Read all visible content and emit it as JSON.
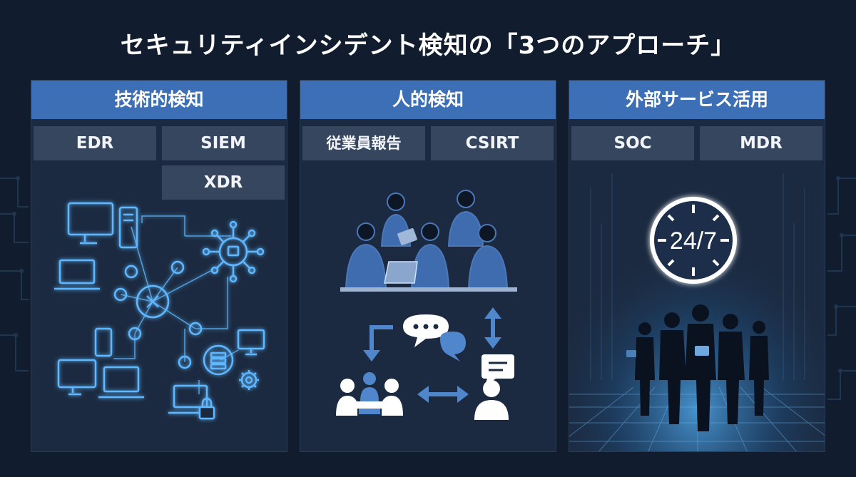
{
  "title": "セキュリティインシデント検知の「3つのアプローチ」",
  "panels": [
    {
      "header": "技術的検知",
      "tags": [
        "EDR",
        "SIEM",
        "XDR"
      ]
    },
    {
      "header": "人的検知",
      "tags": [
        "従業員報告",
        "CSIRT"
      ]
    },
    {
      "header": "外部サービス活用",
      "tags": [
        "SOC",
        "MDR"
      ],
      "clock_label": "24/7"
    }
  ],
  "colors": {
    "background": "#111d2e",
    "panel": "#1b2a40",
    "header": "#3c6fb5",
    "tag": "#35465e",
    "glow": "#5fb8ff"
  },
  "icons": [
    "network-hub-icon",
    "desktop-icon",
    "laptop-icon",
    "server-tower-icon",
    "phone-icon",
    "lock-icon",
    "gear-icon",
    "database-icon",
    "team-meeting-icon",
    "chat-bubble-icon",
    "arrow-icon",
    "clock-icon",
    "business-people-icon"
  ]
}
